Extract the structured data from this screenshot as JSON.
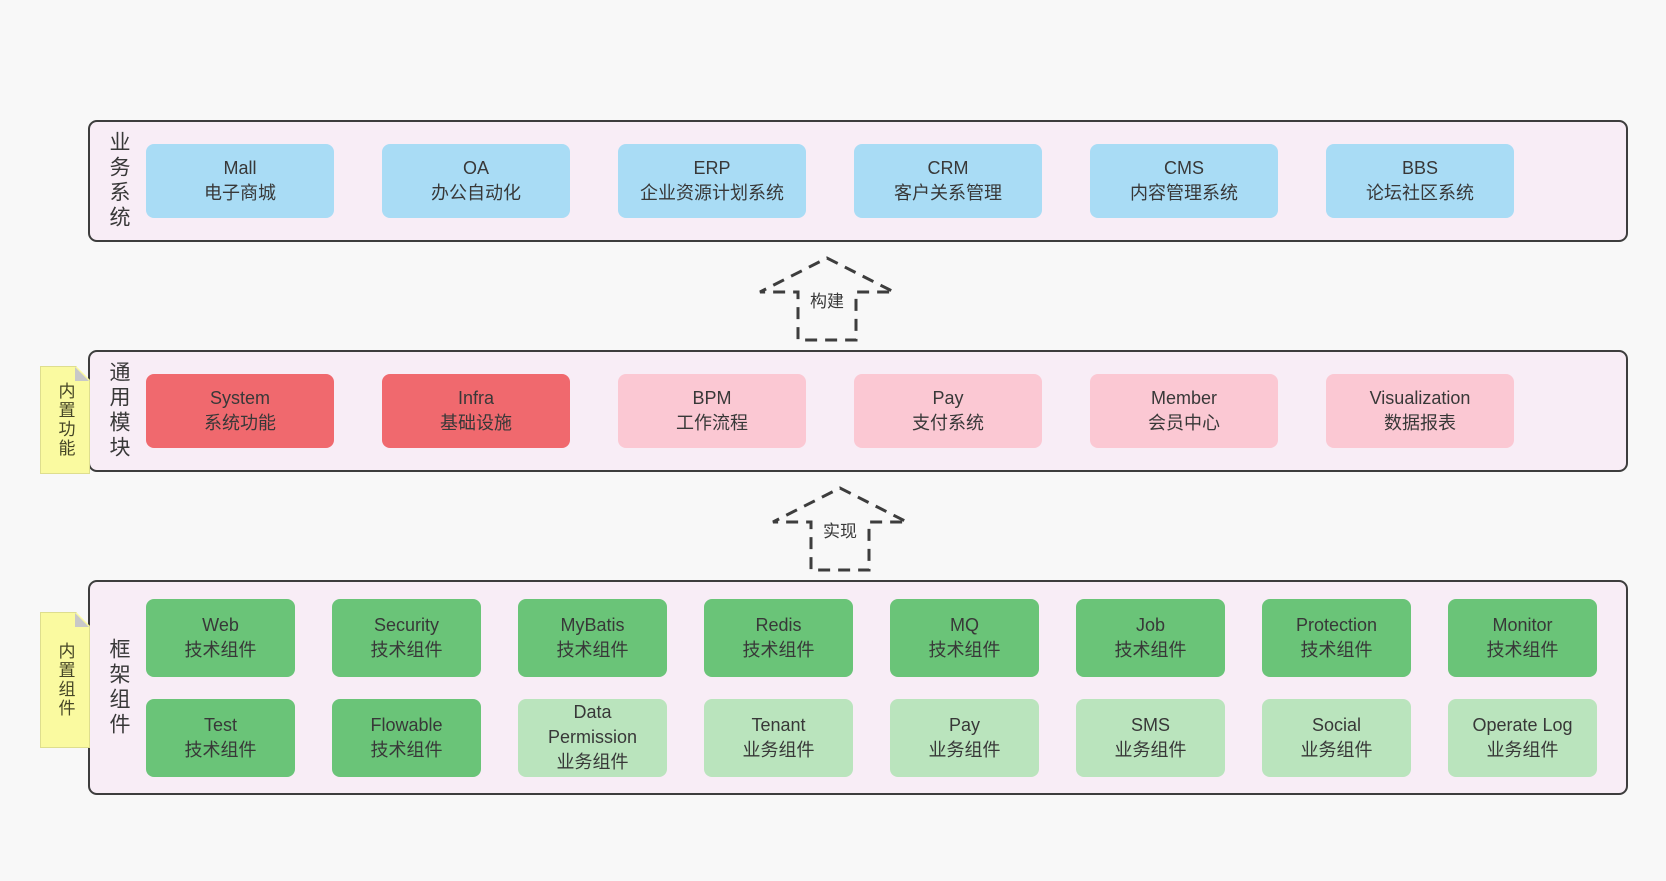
{
  "arrows": {
    "build": "构建",
    "implement": "实现"
  },
  "layers": {
    "business": {
      "label": "业务系统",
      "boxes": [
        {
          "title": "Mall",
          "subtitle": "电子商城"
        },
        {
          "title": "OA",
          "subtitle": "办公自动化"
        },
        {
          "title": "ERP",
          "subtitle": "企业资源计划系统"
        },
        {
          "title": "CRM",
          "subtitle": "客户关系管理"
        },
        {
          "title": "CMS",
          "subtitle": "内容管理系统"
        },
        {
          "title": "BBS",
          "subtitle": "论坛社区系统"
        }
      ]
    },
    "modules": {
      "label": "通用模块",
      "note": "内置功能",
      "boxes": [
        {
          "title": "System",
          "subtitle": "系统功能",
          "type": "core"
        },
        {
          "title": "Infra",
          "subtitle": "基础设施",
          "type": "core"
        },
        {
          "title": "BPM",
          "subtitle": "工作流程",
          "type": "normal"
        },
        {
          "title": "Pay",
          "subtitle": "支付系统",
          "type": "normal"
        },
        {
          "title": "Member",
          "subtitle": "会员中心",
          "type": "normal"
        },
        {
          "title": "Visualization",
          "subtitle": "数据报表",
          "type": "normal"
        }
      ]
    },
    "components": {
      "label": "框架组件",
      "note": "内置组件",
      "row1": [
        {
          "title": "Web",
          "subtitle": "技术组件"
        },
        {
          "title": "Security",
          "subtitle": "技术组件"
        },
        {
          "title": "MyBatis",
          "subtitle": "技术组件"
        },
        {
          "title": "Redis",
          "subtitle": "技术组件"
        },
        {
          "title": "MQ",
          "subtitle": "技术组件"
        },
        {
          "title": "Job",
          "subtitle": "技术组件"
        },
        {
          "title": "Protection",
          "subtitle": "技术组件"
        },
        {
          "title": "Monitor",
          "subtitle": "技术组件"
        }
      ],
      "row2": [
        {
          "title": "Test",
          "subtitle": "技术组件"
        },
        {
          "title": "Flowable",
          "subtitle": "技术组件"
        },
        {
          "title": "Data Permission",
          "subtitle": "业务组件"
        },
        {
          "title": "Tenant",
          "subtitle": "业务组件"
        },
        {
          "title": "Pay",
          "subtitle": "业务组件"
        },
        {
          "title": "SMS",
          "subtitle": "业务组件"
        },
        {
          "title": "Social",
          "subtitle": "业务组件"
        },
        {
          "title": "Operate Log",
          "subtitle": "业务组件"
        }
      ]
    }
  },
  "colors": {
    "business_box": "#a9dcf5",
    "core_module_box": "#f0696e",
    "module_box": "#fbc8d3",
    "tech_component_box": "#6ac478",
    "biz_component_box": "#bae4bd",
    "note_bg": "#fafaa0",
    "note_fold": "#c8c8c8",
    "layer_bg": "#f8edf6",
    "page_bg": "#f8f8f8",
    "line": "#3d3d3d"
  }
}
